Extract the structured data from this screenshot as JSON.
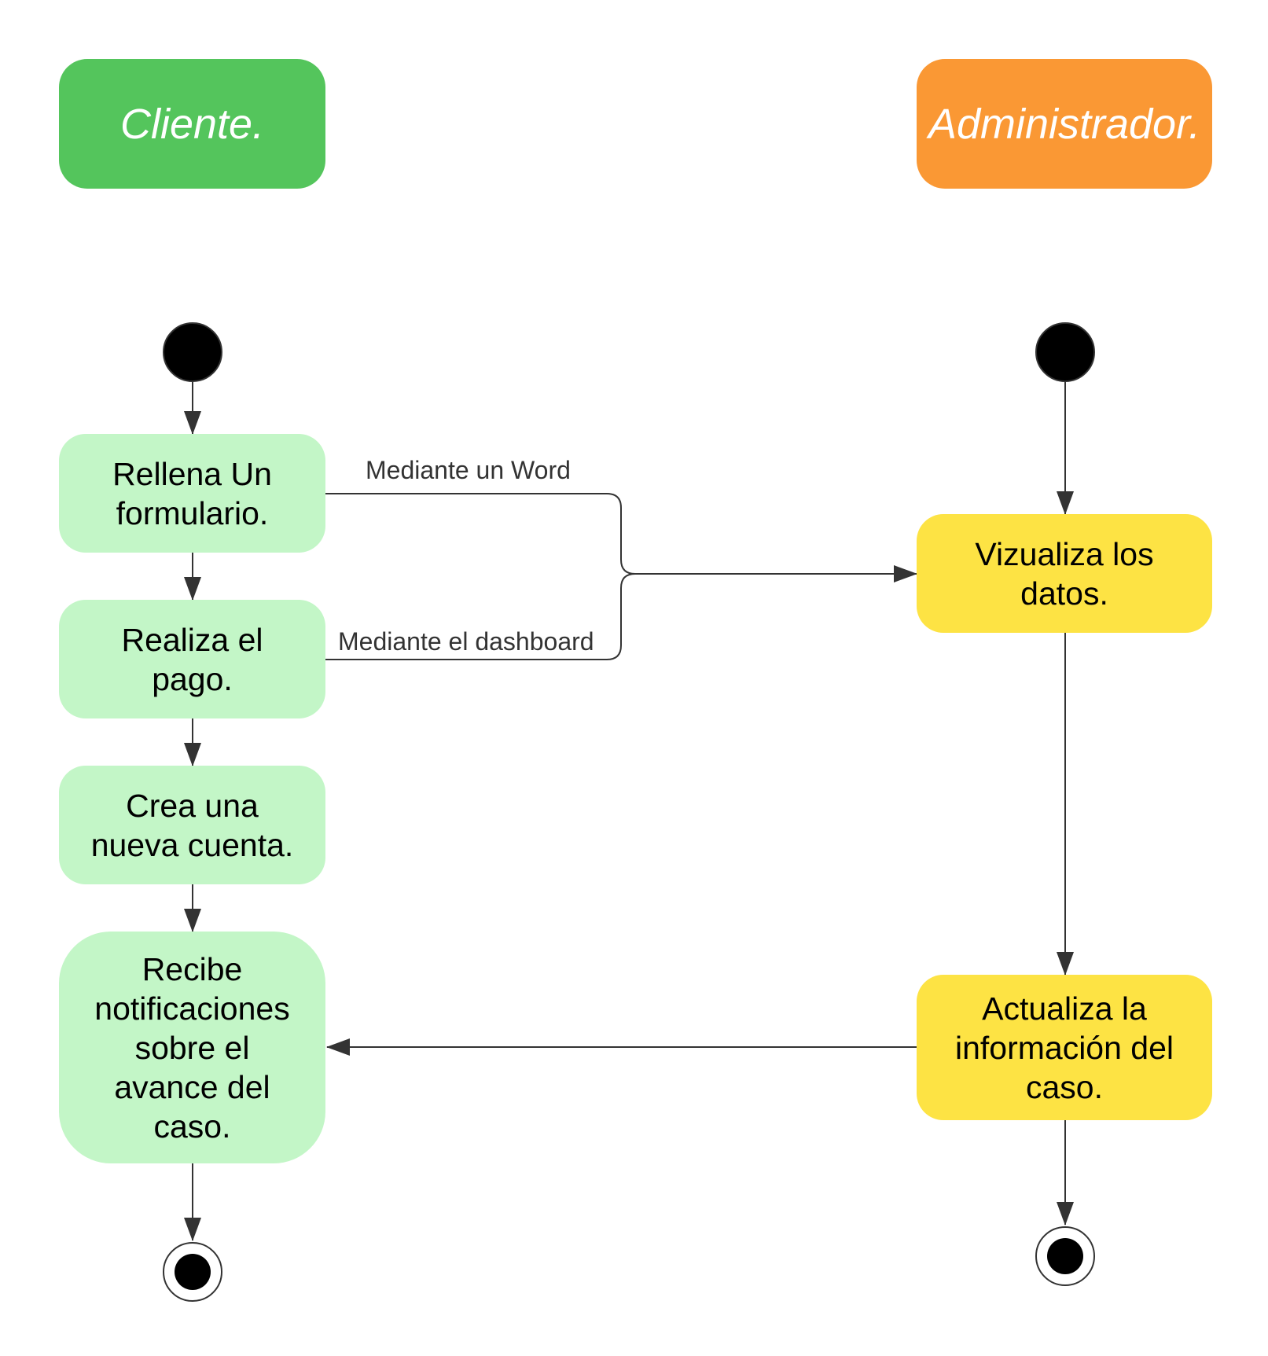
{
  "colors": {
    "client_lane": "#54c55c",
    "admin_lane": "#fa9834",
    "client_activity": "#c3f6c7",
    "admin_activity": "#fde344",
    "line": "#333333",
    "node_fill": "#000000"
  },
  "lanes": {
    "client": "Cliente.",
    "admin": "Administrador."
  },
  "client_activities": {
    "fill_form": "Rellena Un\nformulario.",
    "make_payment": "Realiza el\npago.",
    "create_account": "Crea una\nnueva cuenta.",
    "receive_notifications": "Recibe\nnotificaciones\nsobre el\navance del\ncaso."
  },
  "admin_activities": {
    "view_data": "Vizualiza los\ndatos.",
    "update_info": "Actualiza la\ninformación del\ncaso."
  },
  "edge_labels": {
    "via_word": "Mediante un Word",
    "via_dashboard": "Mediante el dashboard"
  }
}
